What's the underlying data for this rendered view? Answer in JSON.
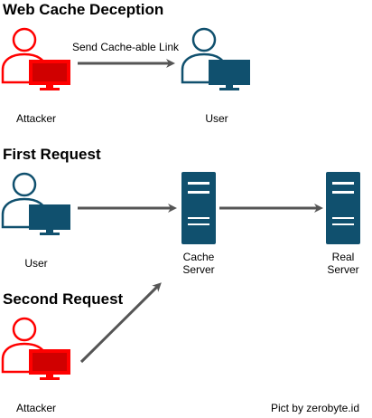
{
  "colors": {
    "attacker": "#ff0000",
    "attacker_dark": "#d00000",
    "user": "#10506e",
    "server": "#10506e",
    "arrow": "#555555"
  },
  "sections": {
    "deception": {
      "title": "Web Cache Deception",
      "attacker_label": "Attacker",
      "user_label": "User",
      "arrow_label": "Send Cache-able Link"
    },
    "first": {
      "title": "First Request",
      "user_label": "User",
      "cache_label_line1": "Cache",
      "cache_label_line2": "Server",
      "real_label_line1": "Real",
      "real_label_line2": "Server"
    },
    "second": {
      "title": "Second Request",
      "attacker_label": "Attacker"
    }
  },
  "credit": "Pict by zerobyte.id",
  "icons": {
    "attacker": "attacker-computer-icon",
    "user": "user-computer-icon",
    "server": "server-icon"
  }
}
